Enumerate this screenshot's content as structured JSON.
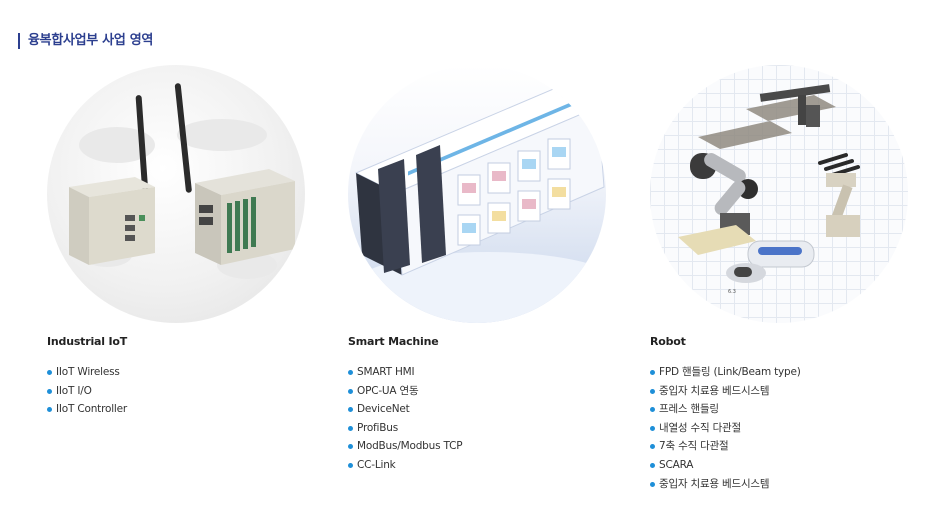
{
  "section_title": "융복합사업부 사업 영역",
  "columns": [
    {
      "title": "Industrial IoT",
      "image_icon": "iot-gateway-devices",
      "items": [
        "IIoT Wireless",
        "IIoT I/O",
        "IIoT Controller"
      ]
    },
    {
      "title": "Smart Machine",
      "image_icon": "hmi-screens",
      "items": [
        "SMART HMI",
        "OPC-UA 연동",
        "DeviceNet",
        "ProfiBus",
        "ModBus/Modbus TCP",
        "CC-Link"
      ]
    },
    {
      "title": "Robot",
      "image_icon": "robot-arms",
      "items": [
        "FPD 핸들링 (Link/Beam type)",
        "중입자 치료용 베드시스템",
        "프레스 핸들링",
        "내열성 수직 다관절",
        "7축 수직 다관절",
        "SCARA",
        "중입자 치료용 베드시스템"
      ]
    }
  ],
  "colors": {
    "title": "#2c3f8f",
    "bullet": "#1e8fd8"
  }
}
